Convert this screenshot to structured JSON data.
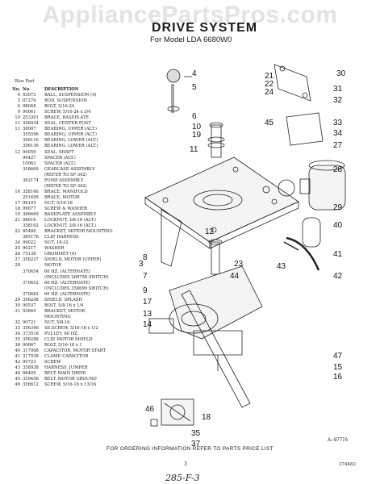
{
  "watermark": "AppliancePartsPros.com",
  "header": {
    "title": "DRIVE SYSTEM",
    "subtitle": "For Model LDA 6680W0"
  },
  "parts_table": {
    "header_top": "Illus  Part",
    "columns": [
      "No.",
      "No.",
      "DESCRIPTION"
    ],
    "rows": [
      [
        "4",
        "93073",
        "BALL, SUSPENSION (4)"
      ],
      [
        "5",
        "87270",
        "ROD, SUSPENSION"
      ],
      [
        "6",
        "98048",
        "BOLT, 5/16-24"
      ],
      [
        "9",
        "90061",
        "SCREW, 5/16-24 x 3/4"
      ],
      [
        "10",
        "253301",
        "BRACE, BASEPLATE"
      ],
      [
        "11",
        "356934",
        "SEAL, CENTER POST"
      ],
      [
        "11",
        "38007",
        "BEARING, UPPER (ALT.)"
      ],
      [
        "",
        "355596",
        "BEARING, UPPER (ALT.)"
      ],
      [
        "",
        "356116",
        "BEARING, LOWER (ALT.)"
      ],
      [
        "",
        "356136",
        "BEARING, LOWER (ALT.)"
      ],
      [
        "12",
        "94059",
        "SEAL, SHAFT"
      ],
      [
        "",
        "90427",
        "SPACER (ALT.)"
      ],
      [
        "",
        "10963",
        "SPACER (ALT.)"
      ],
      [
        "",
        "358669",
        "GEARCASE ASSEMBLY"
      ],
      [
        "",
        "",
        "(REFER TO SF-342)"
      ],
      [
        "",
        "362174",
        "PUMP ASSEMBLY"
      ],
      [
        "",
        "",
        "(REFER TO SF-342)"
      ],
      [
        "16",
        "358166",
        "BRACE, MANIFOLD"
      ],
      [
        "",
        "251499",
        "BRACE, MOTOR"
      ],
      [
        "17",
        "96105",
        "NUT, 5/16-18"
      ],
      [
        "18",
        "99077",
        "SCREW & WASHER"
      ],
      [
        "19",
        "386669",
        "BASEPLATE ASSEMBLY"
      ],
      [
        "21",
        "98616",
        "LOCKNUT, 3/8-16 (ALT.)"
      ],
      [
        "",
        "358162",
        "LOCKNUT, 3/8-16 (ALT.)"
      ],
      [
        "22",
        "85486",
        "BRACKET, MOTOR MOUNTING"
      ],
      [
        "",
        "385176",
        "CLIP, HARNESS"
      ],
      [
        "24",
        "99022",
        "NUT, 10-32"
      ],
      [
        "25",
        "90217",
        "WASHER"
      ],
      [
        "26",
        "75138",
        "GROMMET (4)"
      ],
      [
        "27",
        "356237",
        "SHIELD, MOTOR (UPPER)"
      ],
      [
        "28",
        "",
        "MOTOR"
      ],
      [
        "",
        "370654",
        "60 HZ. (ALTERNATE)"
      ],
      [
        "",
        "",
        "(INCLUDES 268758 SWITCH)"
      ],
      [
        "",
        "370652",
        "60 HZ. (ALTERNATE)"
      ],
      [
        "",
        "",
        "(INCLUDES 358699 SWITCH)"
      ],
      [
        "",
        "370682",
        "60 HZ. (ALTERNATE)"
      ],
      [
        "29",
        "356248",
        "SHIELD, SPLASH"
      ],
      [
        "30",
        "90537",
        "BOLT, 5/8-16 x 1/4"
      ],
      [
        "31",
        "93849",
        "BRACKET, MOTOR"
      ],
      [
        "",
        "",
        "MOUNTING"
      ],
      [
        "32",
        "90721",
        "NUT, 5/8-16"
      ],
      [
        "33",
        "356346",
        "SE.SCREW, 5/16-18 x 1/2"
      ],
      [
        "34",
        "373518",
        "PULLEY, 60 HZ."
      ],
      [
        "35",
        "356288",
        "CLIP, MOTOR SHIELD"
      ],
      [
        "36",
        "90667",
        "BOLT, 5/16-18 x 1"
      ],
      [
        "40",
        "317008",
        "CAPACITOR, MOTOR START"
      ],
      [
        "41",
        "317938",
        "CLAMP, CAPACITOR"
      ],
      [
        "42",
        "90723",
        "SCREW"
      ],
      [
        "43",
        "358938",
        "HARNESS, JUMPER"
      ],
      [
        "44",
        "96405",
        "BELT, MAIN DRIVE"
      ],
      [
        "45",
        "359456",
        "BELT, MOTOR GROUND"
      ],
      [
        "46",
        "356612",
        "SCREW, 5/16-18 x 13/16"
      ]
    ]
  },
  "callouts": [
    "30",
    "4",
    "21",
    "22",
    "5",
    "24",
    "31",
    "32",
    "6",
    "10",
    "19",
    "45",
    "33",
    "34",
    "27",
    "11",
    "28",
    "12",
    "29",
    "23",
    "43",
    "40",
    "41",
    "42",
    "8",
    "7",
    "9",
    "17",
    "3",
    "13",
    "44",
    "14",
    "47",
    "15",
    "16",
    "46",
    "18",
    "35",
    "37"
  ],
  "figure_ref": "A--9777A",
  "footnote": "FOR ORDERING INFORMATION REFER TO PARTS PRICE LIST",
  "page_number": "3",
  "page_code": "374482",
  "handwritten": "285-F-3"
}
